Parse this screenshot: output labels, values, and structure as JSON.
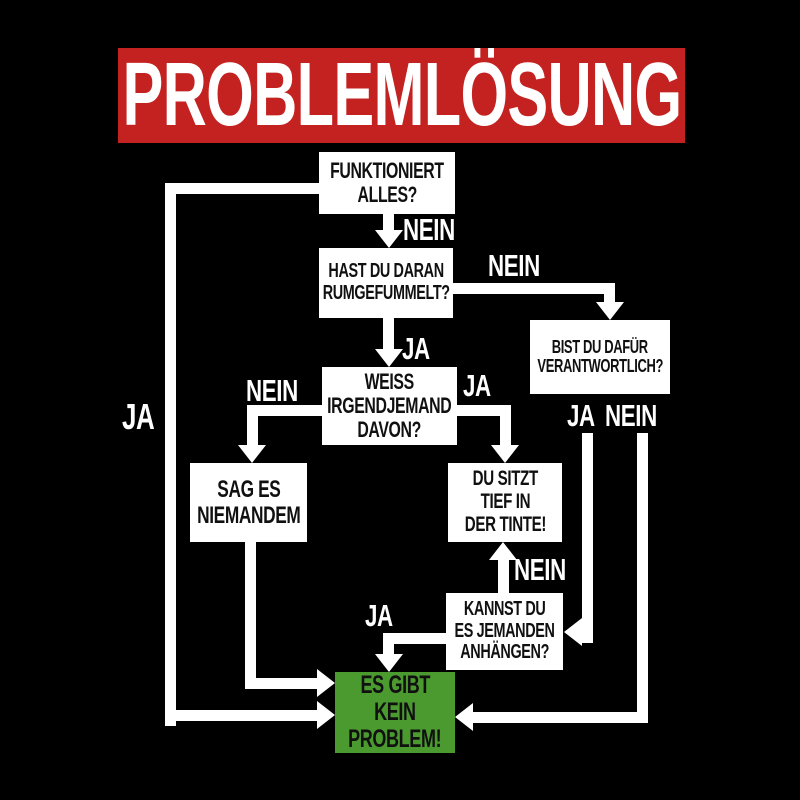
{
  "title": "PROBLEMLÖSUNG",
  "colors": {
    "background": "#000000",
    "banner_red": "#c42220",
    "box_white": "#ffffff",
    "box_green": "#4a9a30",
    "text_dark": "#101010",
    "line_white": "#ffffff"
  },
  "nodes": {
    "start": {
      "lines": [
        "FUNKTIONIERT",
        "ALLES?"
      ]
    },
    "tampered": {
      "lines": [
        "HAST DU DARAN",
        "RUMGEFUMMELT?"
      ]
    },
    "responsible": {
      "lines": [
        "BIST DU DAFÜR",
        "VERANTWORTLICH?"
      ]
    },
    "knows": {
      "lines": [
        "WEISS",
        "IRGENDJEMAND",
        "DAVON?"
      ]
    },
    "tell_nobody": {
      "lines": [
        "SAG ES",
        "NIEMANDEM"
      ]
    },
    "in_trouble": {
      "lines": [
        "DU SITZT",
        "TIEF IN",
        "DER TINTE!"
      ]
    },
    "blame": {
      "lines": [
        "KANNST DU",
        "ES JEMANDEN",
        "ANHÄNGEN?"
      ]
    },
    "no_problem": {
      "lines": [
        "ES GIBT",
        "KEIN",
        "PROBLEM!"
      ]
    }
  },
  "labels": {
    "start_nein": "NEIN",
    "start_ja": "JA",
    "tampered_nein": "NEIN",
    "tampered_ja": "JA",
    "knows_nein": "NEIN",
    "knows_ja": "JA",
    "responsible_ja": "JA",
    "responsible_nein": "NEIN",
    "blame_nein": "NEIN",
    "blame_ja": "JA"
  }
}
